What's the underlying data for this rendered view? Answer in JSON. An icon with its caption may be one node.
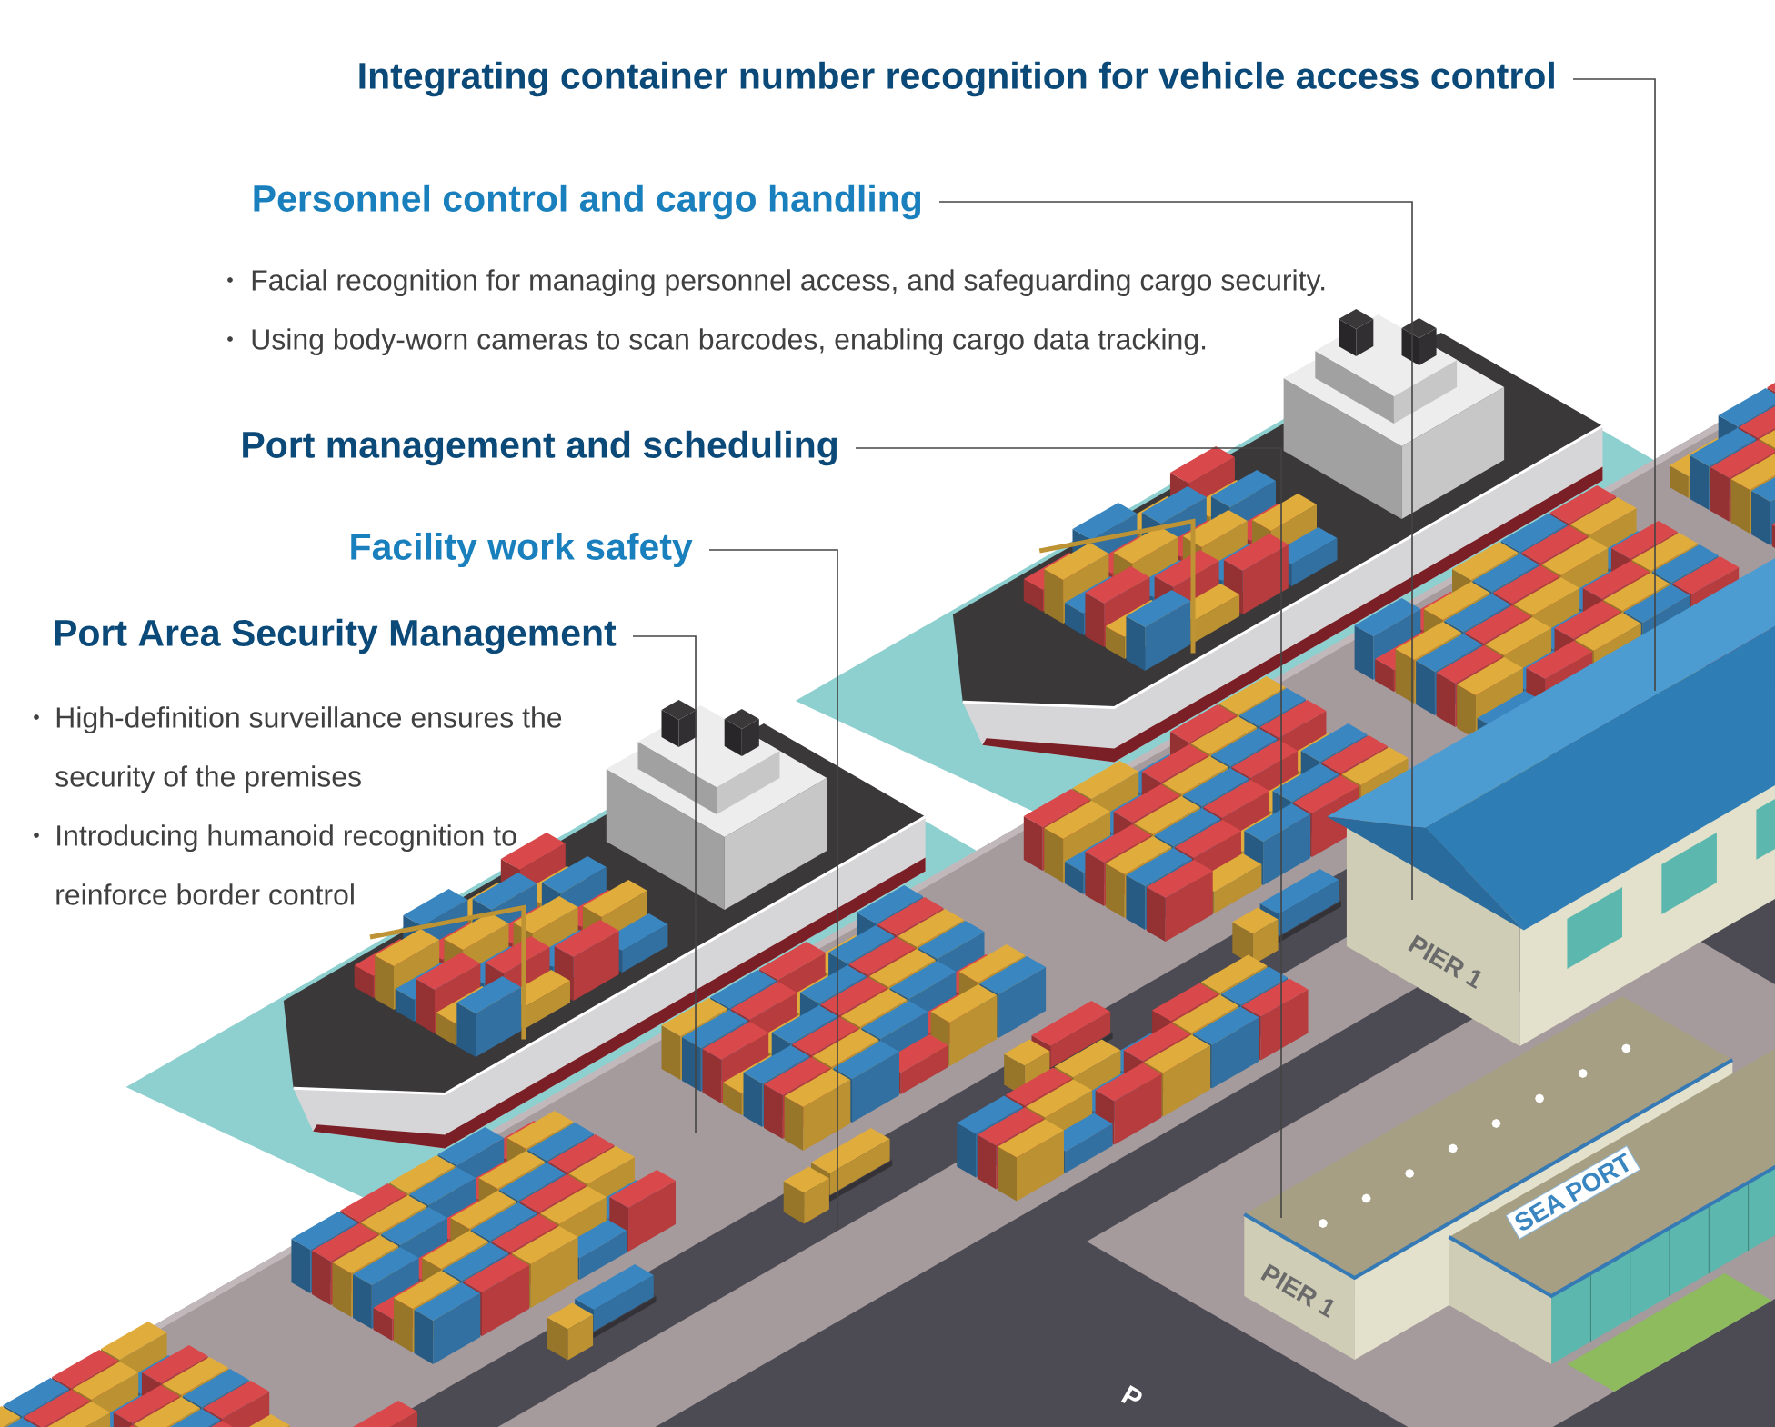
{
  "diagram": {
    "nodes": [
      {
        "text": [
          "Integrating container number recognition for vehicle access control"
        ]
      },
      {
        "text": [
          "Personnel control and cargo handling",
          "Facial recognition for managing personnel access, and safeguarding cargo security.",
          "Using body-worn cameras to scan barcodes, enabling cargo data tracking."
        ]
      },
      {
        "text": [
          "Port management and scheduling"
        ]
      },
      {
        "text": [
          "Facility work safety"
        ]
      },
      {
        "text": [
          "Port Area Security Management",
          "High-definition surveillance ensures the security of the premises",
          "Introducing humanoid recognition to reinforce border control"
        ]
      },
      {
        "text": [
          "PIER 1"
        ]
      },
      {
        "text": [
          "PIER 1",
          "SEA PORT"
        ]
      }
    ],
    "edges": [
      {
        "from": 0,
        "to": 5,
        "arrow": "none"
      },
      {
        "from": 1,
        "to": 5,
        "arrow": "none"
      },
      {
        "from": 2,
        "to": 6,
        "arrow": "none"
      },
      {
        "from": 3,
        "to": null,
        "arrow": "none"
      },
      {
        "from": 4,
        "to": null,
        "arrow": "none"
      }
    ],
    "labels": [
      "P"
    ]
  }
}
